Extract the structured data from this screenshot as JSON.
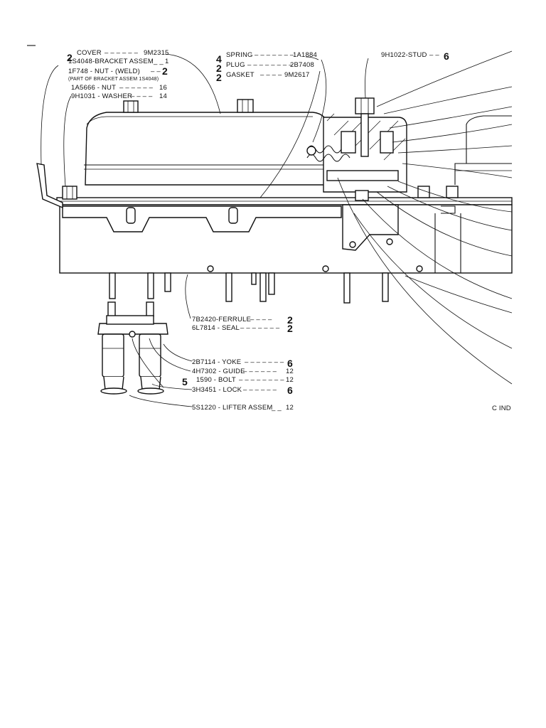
{
  "callouts": {
    "cover": {
      "part": "COVER",
      "number": "9M2315",
      "qty": "2"
    },
    "bracket": {
      "part": "1S4048-BRACKET ASSEM",
      "qty": "1"
    },
    "nut_weld": {
      "part": "1F748 - NUT - (WELD)",
      "qty": "2",
      "note": "(PART OF BRACKET ASSEM 1S4048)"
    },
    "nut": {
      "part": "1A5666 - NUT",
      "qty": "16"
    },
    "washer": {
      "part": "9H1031 - WASHER",
      "qty": "14"
    },
    "spring": {
      "part": "SPRING",
      "number": "1A1884",
      "qty": "4"
    },
    "plug": {
      "part": "PLUG",
      "number": "2B7408",
      "qty": "2"
    },
    "gasket": {
      "part": "GASKET",
      "number": "9M2617",
      "qty": "2"
    },
    "stud": {
      "part": "9H1022-STUD",
      "qty": "6"
    },
    "ferrule": {
      "part": "7B2420-FERRULE",
      "qty": "2"
    },
    "seal": {
      "part": "6L7814 - SEAL",
      "qty": "2"
    },
    "yoke": {
      "part": "2B7114 - YOKE",
      "qty": "6"
    },
    "guide": {
      "part": "4H7302 - GUIDE",
      "qty": "12"
    },
    "bolt": {
      "part": "1590 - BOLT",
      "qty": "12",
      "callout_qty": "5"
    },
    "lock": {
      "part": "3H3451 - LOCK",
      "qty": "6"
    },
    "lifter": {
      "part": "5S1220 - LIFTER ASSEM",
      "qty": "12"
    }
  },
  "corner_mark": "C IND"
}
